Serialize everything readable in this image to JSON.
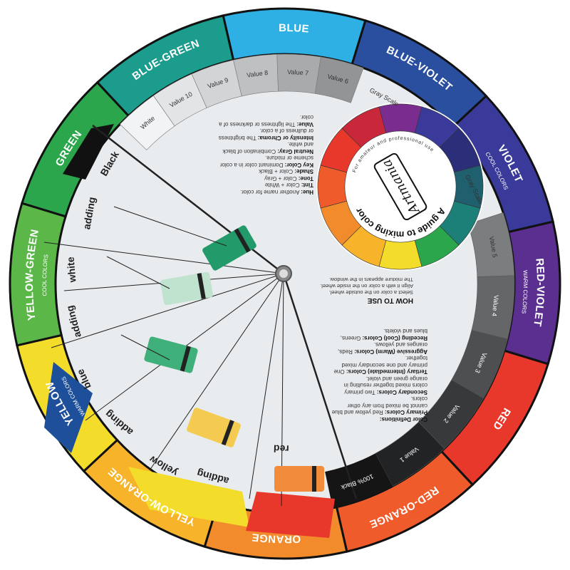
{
  "wheel": {
    "segments": [
      {
        "label": "BLUE",
        "color": "#2fb0e4"
      },
      {
        "label": "BLUE-VIOLET",
        "color": "#2b4f9f"
      },
      {
        "label": "VIOLET",
        "color": "#3a3a9a",
        "sub": "COOL COLORS"
      },
      {
        "label": "RED-VIOLET",
        "color": "#5b2f90",
        "sub": "WARM COLORS"
      },
      {
        "label": "RED",
        "color": "#e8382c"
      },
      {
        "label": "RED-ORANGE",
        "color": "#ef5b2b"
      },
      {
        "label": "ORANGE",
        "color": "#f28b2c"
      },
      {
        "label": "YELLOW-ORANGE",
        "color": "#f7b42b"
      },
      {
        "label": "YELLOW",
        "color": "#f4dd2a",
        "sub": "WARM COLORS"
      },
      {
        "label": "YELLOW-GREEN",
        "color": "#5bb848",
        "sub": "COOL COLORS"
      },
      {
        "label": "GREEN",
        "color": "#2ba64c"
      },
      {
        "label": "BLUE-GREEN",
        "color": "#1c9c8d"
      }
    ],
    "gray_scale_top": [
      {
        "label": "White",
        "color": "#f2f3f4"
      },
      {
        "label": "Value 10",
        "color": "#e3e4e6"
      },
      {
        "label": "Value 9",
        "color": "#d3d4d6"
      },
      {
        "label": "Value 8",
        "color": "#bfc0c2"
      },
      {
        "label": "Value 7",
        "color": "#a9aaac"
      },
      {
        "label": "Value 6",
        "color": "#939496"
      }
    ],
    "gray_scale_top_title": "Gray Scale",
    "gray_scale_bottom": [
      {
        "label": "Value 5",
        "color": "#7c7d7f"
      },
      {
        "label": "Value 4",
        "color": "#656668"
      },
      {
        "label": "Value 3",
        "color": "#4e4f51"
      },
      {
        "label": "Value 2",
        "color": "#38393b"
      },
      {
        "label": "Value 1",
        "color": "#222324"
      }
    ],
    "gray_scale_bottom_title": "Gray Scale",
    "black_label": "100% Black"
  },
  "mixing_labels": [
    "Black",
    "adding",
    "white",
    "adding",
    "blue",
    "adding",
    "yellow",
    "adding",
    "red"
  ],
  "guide": {
    "title": "A guide to mixing color",
    "brand": "Artmania",
    "tagline": "For amateur and professional use",
    "small_wheel": [
      "#f4dd2a",
      "#f7b42b",
      "#f28b2c",
      "#ef5b2b",
      "#e8382c",
      "#c8283a",
      "#7a2d8e",
      "#3a3a9a",
      "#2b2f7a",
      "#1f5f6e",
      "#1c7f78",
      "#2ba64c"
    ]
  },
  "how_to_use": {
    "title": "HOW TO USE",
    "lines": [
      "Select a color on the outside wheel.",
      "Align it with a color on the inside wheel.",
      "The mixture appears in the window."
    ]
  },
  "terms": [
    {
      "term": "Hue:",
      "text": "Another name for color."
    },
    {
      "term": "Tint:",
      "text": "Color + White"
    },
    {
      "term": "Tone:",
      "text": "Color + Gray"
    },
    {
      "term": "Shade:",
      "text": "Color + Black"
    },
    {
      "term": "Key Color:",
      "text": "Dominant color in a color scheme or mixture."
    },
    {
      "term": "Neutral Gray:",
      "text": "Combination of black and white."
    },
    {
      "term": "Intensity or Chroma:",
      "text": "The brightness or dullness of a color."
    },
    {
      "term": "Value:",
      "text": "The lightness or darkness of a color."
    }
  ],
  "definitions": [
    {
      "term": "Color Definitions:",
      "text": ""
    },
    {
      "term": "Primary Colors:",
      "text": "Red yellow and blue cannot be mixed from any other colors."
    },
    {
      "term": "Secondary Colors:",
      "text": "Two primary colors mixed together resulting in orange green and violet."
    },
    {
      "term": "Tertiary (Intermediate) Colors:",
      "text": "One primary and one secondary mixed together."
    },
    {
      "term": "Aggressive (Warm) Colors:",
      "text": "Reds, oranges and yellows."
    },
    {
      "term": "Receding (Cool) Colors:",
      "text": "Greens, blues and violets."
    }
  ]
}
